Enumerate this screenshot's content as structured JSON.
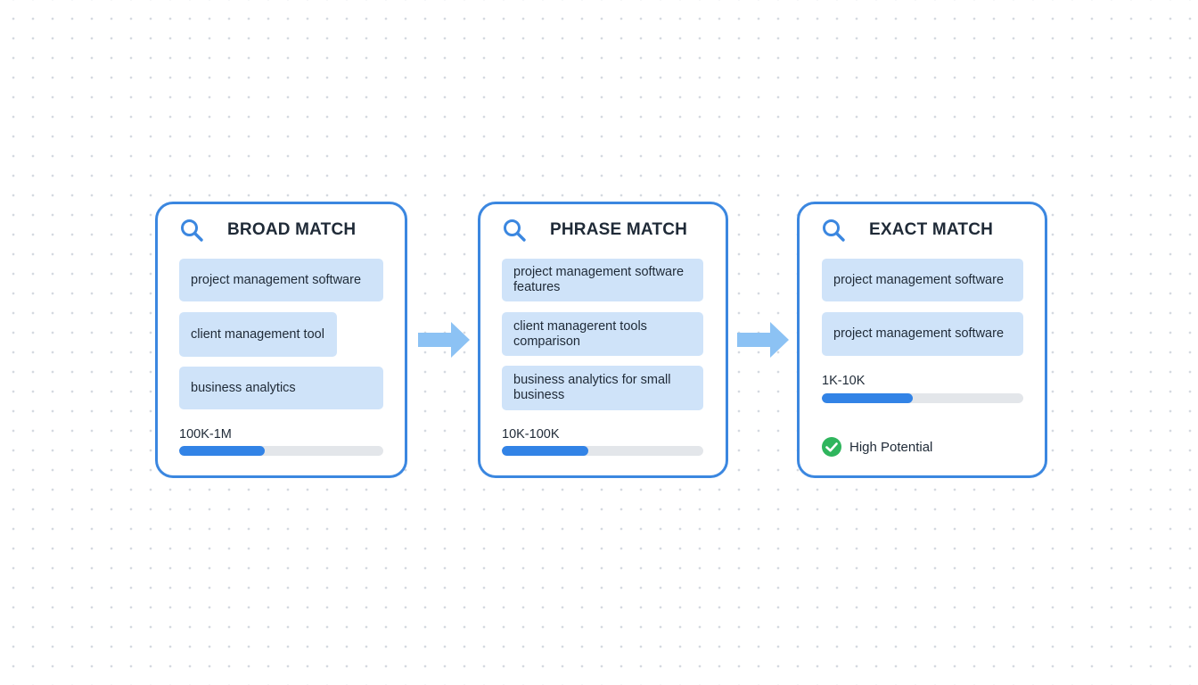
{
  "stages": [
    {
      "title": "BROAD MATCH",
      "icon": "search-icon",
      "keywords": [
        "project management software",
        "client management tool",
        "business analytics"
      ],
      "volume_label": "100K-1M",
      "volume_fill": 0.42
    },
    {
      "title": "PHRASE MATCH",
      "icon": "search-icon",
      "keywords": [
        "project management software features",
        "client managerent tools comparison",
        "business analytics for small business"
      ],
      "volume_label": "10K-100K",
      "volume_fill": 0.43
    },
    {
      "title": "EXACT MATCH",
      "icon": "search-icon",
      "keywords": [
        "project management software",
        "project management software"
      ],
      "volume_label": "1K-10K",
      "volume_fill": 0.45,
      "status_label": "High Potential",
      "status_icon": "check-circle-icon"
    }
  ],
  "colors": {
    "card_border": "#3b87e0",
    "chip_background": "#cfe3f9",
    "bar_fill": "#3283e6",
    "bar_track": "#e3e6ea",
    "arrow": "#8cc2f4",
    "success": "#2fb55d"
  }
}
